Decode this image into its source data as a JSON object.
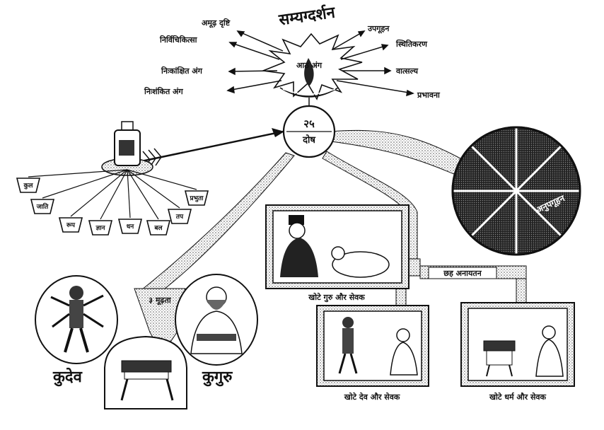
{
  "top": {
    "title": "सम्यग्दर्शन",
    "center_label": "आठ अंग",
    "left_labels": [
      "अमूढ़ दृष्टि",
      "निर्विचिकित्सा",
      "निःकांक्षित अंग",
      "निःशंकित अंग"
    ],
    "right_labels": [
      "उपगूहन",
      "स्थितिकरण",
      "वात्सल्य",
      "प्रभावना"
    ]
  },
  "hub": {
    "number": "२५",
    "label": "दोष"
  },
  "madness": {
    "cups": [
      "कुल",
      "जाति",
      "रूप",
      "ज्ञान",
      "धन",
      "बल",
      "तप",
      "प्रभुता"
    ]
  },
  "wheel": {
    "visible_label": "अनुपगूहन"
  },
  "bottom_left": {
    "branch_label": "३ मूढ़ता",
    "left_caption": "कुदेव",
    "right_caption": "कुगुरु"
  },
  "bottom_right": {
    "branch_label": "छह अनायतन",
    "top_caption": "खोटे गुरु और सेवक",
    "left_caption": "खोटे देव और सेवक",
    "right_caption": "खोटे धर्म और सेवक"
  }
}
